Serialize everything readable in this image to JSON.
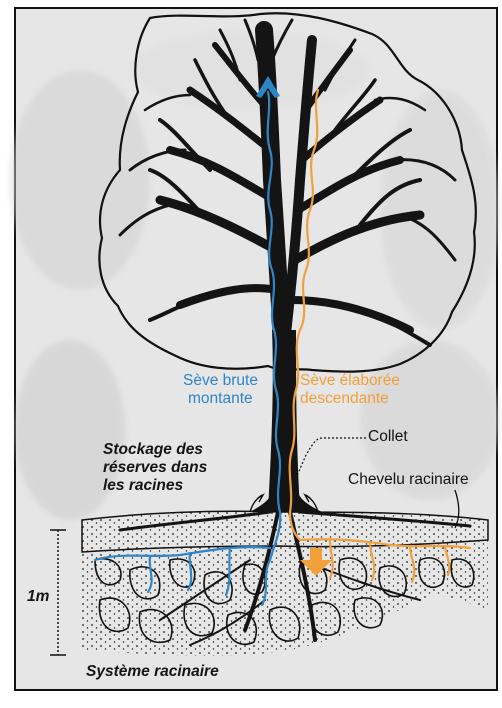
{
  "labels": {
    "seve_brute": [
      "Sève brute",
      "montante"
    ],
    "seve_elaboree": [
      "Sève élaborée",
      "descendante"
    ],
    "collet": "Collet",
    "stockage": [
      "Stockage des",
      "réserves dans",
      "les racines"
    ],
    "chevelu": "Chevelu racinaire",
    "depth": "1m",
    "systeme": "Système racinaire"
  },
  "colors": {
    "raw_sap": "#2e86c8",
    "elaborated_sap": "#f2a03a",
    "ink": "#141414",
    "background": "#e9e9e9"
  }
}
